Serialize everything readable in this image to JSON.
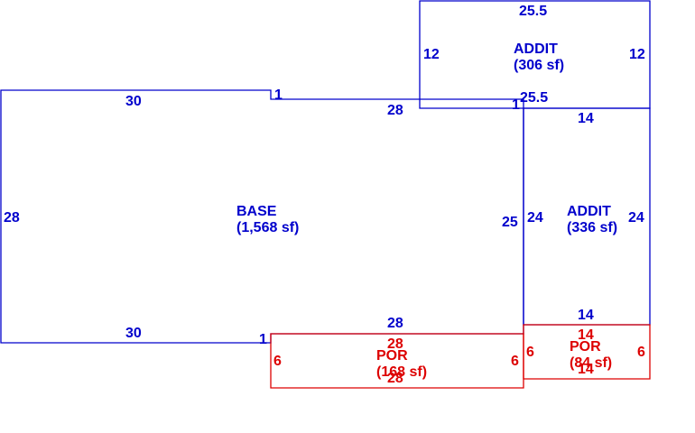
{
  "colors": {
    "structure": "#0000cc",
    "porch": "#dd0000",
    "background": "#ffffff"
  },
  "base": {
    "name": "BASE",
    "area": "(1,568 sf)",
    "dim_top_left": "30",
    "dim_step": "1",
    "dim_top_right": "28",
    "dim_left": "28",
    "dim_right": "25",
    "dim_bottom_left": "30",
    "dim_bottom_step": "1",
    "dim_bottom_right": "28"
  },
  "addit_top": {
    "name": "ADDIT",
    "area": "(306 sf)",
    "dim_top": "25.5",
    "dim_left": "12",
    "dim_right": "12",
    "dim_bottom": "25.5",
    "dim_step": "1"
  },
  "addit_right": {
    "name": "ADDIT",
    "area": "(336 sf)",
    "dim_top": "14",
    "dim_left": "24",
    "dim_right": "24",
    "dim_bottom": "14"
  },
  "por_left": {
    "name": "POR",
    "area": "(168 sf)",
    "dim_top": "28",
    "dim_left": "6",
    "dim_right": "6",
    "dim_bottom": "28"
  },
  "por_right": {
    "name": "POR",
    "area": "(84 sf)",
    "dim_top": "14",
    "dim_left": "6",
    "dim_right": "6",
    "dim_bottom": "14"
  }
}
